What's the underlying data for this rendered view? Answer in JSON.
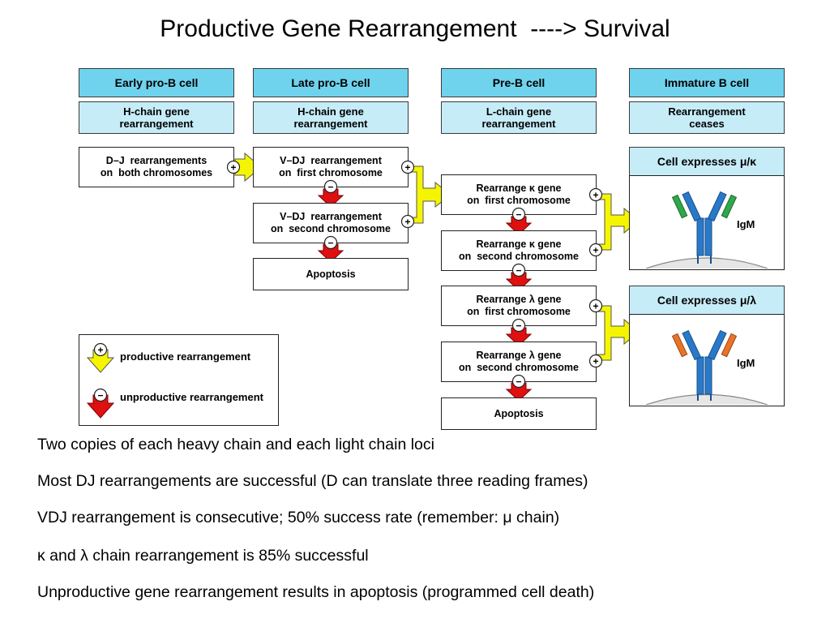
{
  "title": "Productive Gene Rearrangement  ----> Survival",
  "stages": [
    {
      "name": "Early pro-B cell",
      "process": "H-chain gene\nrearrangement"
    },
    {
      "name": "Late pro-B cell",
      "process": "H-chain gene\nrearrangement"
    },
    {
      "name": "Pre-B cell",
      "process": "L-chain gene\nrearrangement"
    },
    {
      "name": "Immature B cell",
      "process": "Rearrangement\nceases"
    }
  ],
  "steps": {
    "dj": "D–J  rearrangements\non  both chromosomes",
    "vdj1": "V–DJ  rearrangement\non  first chromosome",
    "vdj2": "V–DJ  rearrangement\non  second chromosome",
    "apoptosis_h": "Apoptosis",
    "kappa1": "Rearrange κ gene\non  first chromosome",
    "kappa2": "Rearrange κ gene\non  second chromosome",
    "lambda1": "Rearrange λ gene\non  first chromosome",
    "lambda2": "Rearrange λ gene\non  second chromosome",
    "apoptosis_l": "Apoptosis"
  },
  "expression": {
    "kappa_title": "Cell expresses μ/κ",
    "lambda_title": "Cell expresses μ/λ",
    "igm_label": "IgM"
  },
  "legend": {
    "productive": "productive rearrangement",
    "unproductive": "unproductive rearrangement"
  },
  "colors": {
    "header": "#6fd3ee",
    "subheader": "#c6ecf8",
    "productive_arrow": "#f5f500",
    "unproductive_arrow": "#e01010",
    "heavy_chain": "#2a78c8",
    "kappa_light_chain": "#2fa84a",
    "lambda_light_chain": "#e8742a"
  },
  "bullets": [
    "Two copies of each heavy chain and each light chain loci",
    "Most DJ rearrangements are successful (D can translate three reading frames)",
    "VDJ rearrangement is consecutive; 50% success rate (remember: μ chain)",
    "κ and λ chain rearrangement is 85% successful",
    "Unproductive gene rearrangement results in apoptosis (programmed cell death)"
  ]
}
